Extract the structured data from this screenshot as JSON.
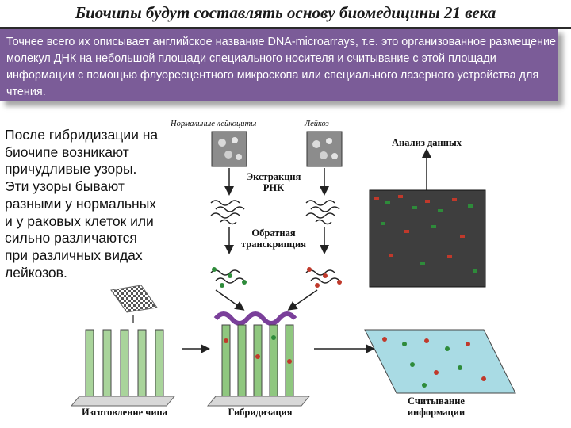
{
  "slide": {
    "title": "Биочипы будут составлять основу биомедицины 21 века",
    "intro": "Точнее всего их описывает английское название DNA-microarrays, т.е. это организованное размещение молекул ДНК на небольшой площади специального носителя и считывание с этой площади информации с помощью флуоресцентного микроскопа или специального лазерного устройства для чтения.",
    "side_text": "После гибридизации на биочипе возникают причудливые узоры. Эти узоры бывают разными у нормальных и у раковых клеток или сильно различаются при различных видах лейкозов."
  },
  "diagram": {
    "normal_cells": "Нормальные лейкоциты",
    "leukemia": "Лейкоз",
    "rna_extraction_1": "Экстракция",
    "rna_extraction_2": "РНК",
    "reverse_transcription_1": "Обратная",
    "reverse_transcription_2": "транскрипция",
    "data_analysis": "Анализ данных",
    "chip_manufacture": "Изготовление чипа",
    "hybridization": "Гибридизация",
    "readout_1": "Считывание",
    "readout_2": "информации"
  },
  "colors": {
    "banner": "#7b5c98",
    "microarray_red": "#c0392b",
    "microarray_green": "#2e8b3a"
  }
}
